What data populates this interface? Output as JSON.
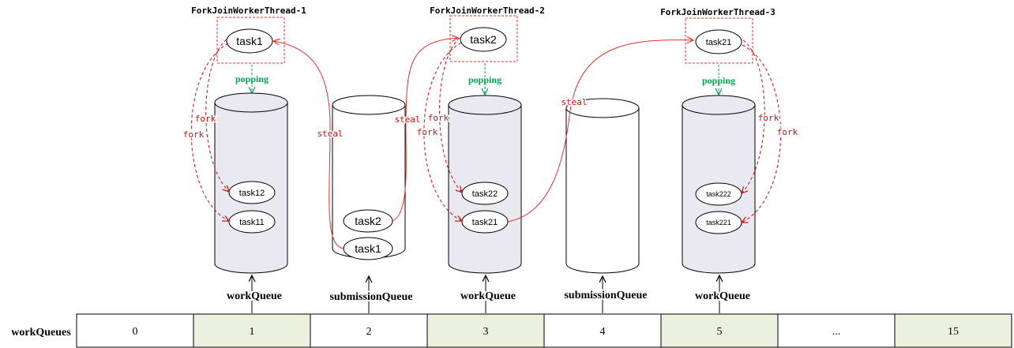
{
  "threads": [
    {
      "title": "ForkJoinWorkerThread-1",
      "current_task": "task1",
      "popping": "popping",
      "queue_tasks": [
        "task12",
        "task11"
      ],
      "fork_labels": [
        "fork",
        "fork"
      ],
      "queue_label": "workQueue"
    },
    {
      "title": "ForkJoinWorkerThread-2",
      "current_task": "task2",
      "popping": "popping",
      "queue_tasks": [
        "task22",
        "task21"
      ],
      "fork_labels": [
        "fork",
        "fork"
      ],
      "queue_label": "workQueue"
    },
    {
      "title": "ForkJoinWorkerThread-3",
      "current_task": "task21",
      "popping": "popping",
      "queue_tasks": [
        "task222",
        "task221"
      ],
      "fork_labels": [
        "fork",
        "fork"
      ],
      "queue_label": "workQueue"
    }
  ],
  "submission_queues": [
    {
      "label": "submissionQueue",
      "tasks": [
        "task2",
        "task1"
      ]
    },
    {
      "label": "submissionQueue",
      "tasks": []
    }
  ],
  "steal_labels": [
    "steal",
    "steal",
    "steal"
  ],
  "workqueues_array": {
    "label": "workQueues",
    "cells": [
      "0",
      "1",
      "2",
      "3",
      "4",
      "5",
      "...",
      "15"
    ]
  },
  "colors": {
    "steal_arrow": "#e8302a",
    "fork_arrow": "#cc1111",
    "popping": "#00a651",
    "thread_box": "#e8302a",
    "cylinder_shaded": "#eae8f0",
    "cell_shaded": "#ebf1de",
    "outline": "#000000"
  }
}
